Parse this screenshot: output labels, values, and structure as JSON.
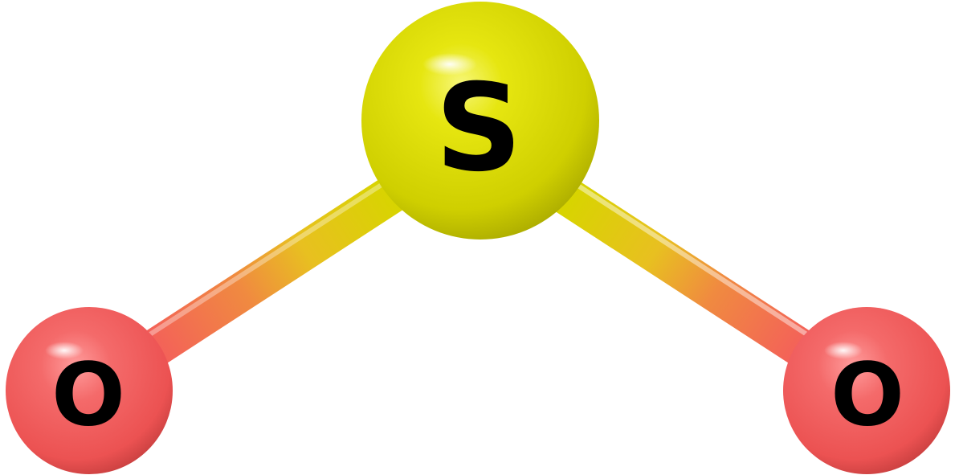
{
  "molecule": {
    "atoms": [
      {
        "id": "s",
        "label": "S",
        "element": "sulfur",
        "color": "#dcdc00"
      },
      {
        "id": "o1",
        "label": "O",
        "element": "oxygen",
        "color": "#f26060"
      },
      {
        "id": "o2",
        "label": "O",
        "element": "oxygen",
        "color": "#f26060"
      }
    ],
    "bonds": [
      {
        "from": "s",
        "to": "o1"
      },
      {
        "from": "s",
        "to": "o2"
      }
    ]
  }
}
